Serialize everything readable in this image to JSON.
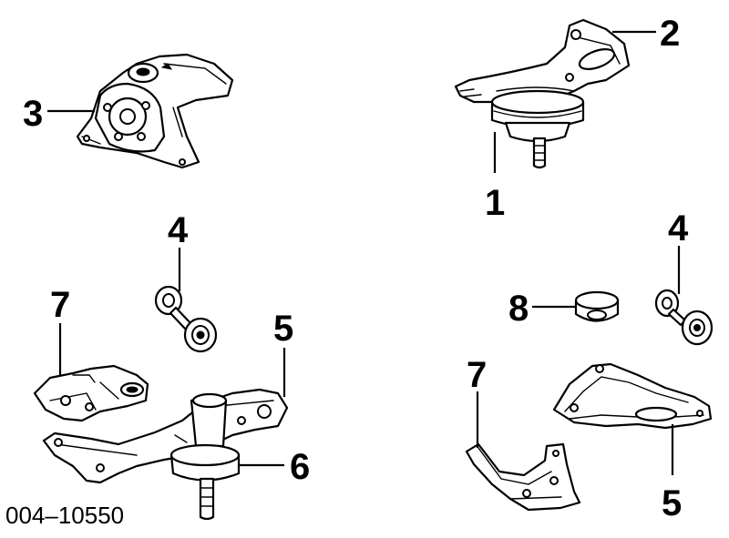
{
  "diagram": {
    "code": "004–10550",
    "callouts": {
      "c1": "1",
      "c2": "2",
      "c3": "3",
      "c4_left": "4",
      "c4_right": "4",
      "c5_left": "5",
      "c5_right": "5",
      "c6": "6",
      "c7_left": "7",
      "c7_right": "7",
      "c8": "8"
    }
  }
}
